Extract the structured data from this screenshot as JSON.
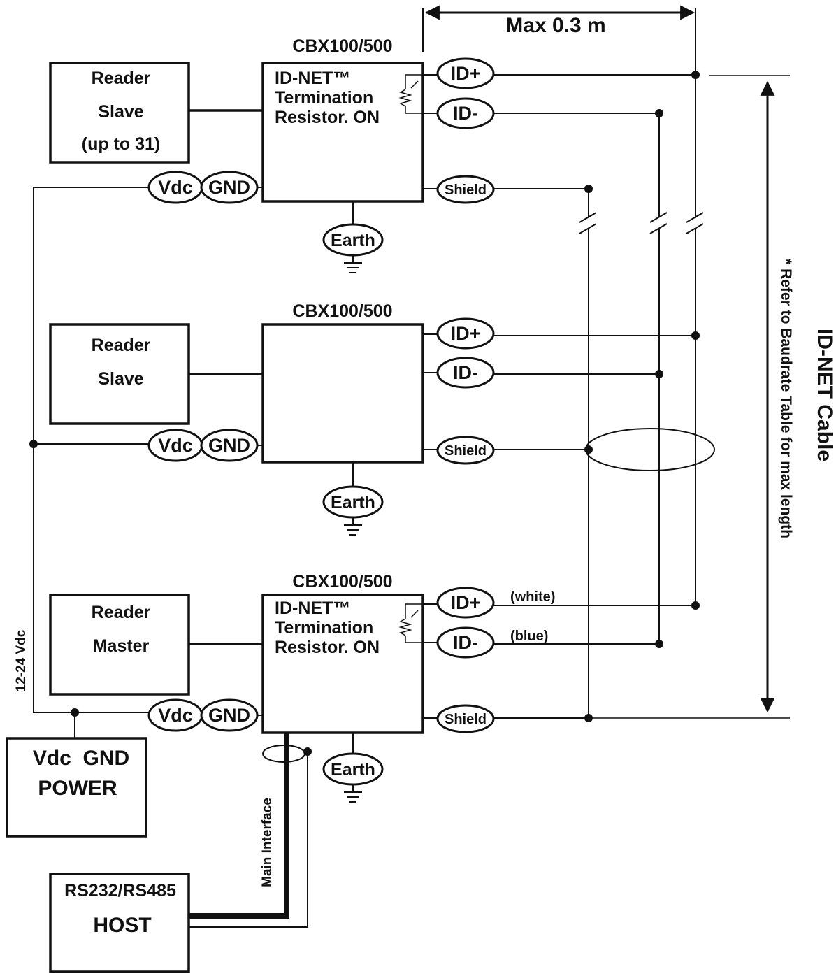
{
  "measurement": {
    "max_length": "Max 0.3 m"
  },
  "cable": {
    "name": "ID-NET Cable",
    "note": "* Refer to Baudrate Table for max length"
  },
  "supply_label": "12-24 Vdc",
  "power": {
    "line1": "Vdc  GND",
    "line2": "POWER"
  },
  "host": {
    "line1": "RS232/RS485",
    "line2": "HOST"
  },
  "main_interface": "Main Interface",
  "wire_colors": {
    "id_plus": "(white)",
    "id_minus": "(blue)"
  },
  "units": [
    {
      "title": "CBX100/500",
      "reader": [
        "Reader",
        "Slave",
        "(up to 31)"
      ],
      "termination": [
        "ID-NET™",
        "Termination",
        "Resistor. ON"
      ]
    },
    {
      "title": "CBX100/500",
      "reader": [
        "Reader",
        "Slave"
      ]
    },
    {
      "title": "CBX100/500",
      "reader": [
        "Reader",
        "Master"
      ],
      "termination": [
        "ID-NET™",
        "Termination",
        "Resistor. ON"
      ]
    }
  ],
  "terminals": {
    "id_plus": "ID+",
    "id_minus": "ID-",
    "shield": "Shield",
    "vdc": "Vdc",
    "gnd": "GND",
    "earth": "Earth"
  }
}
